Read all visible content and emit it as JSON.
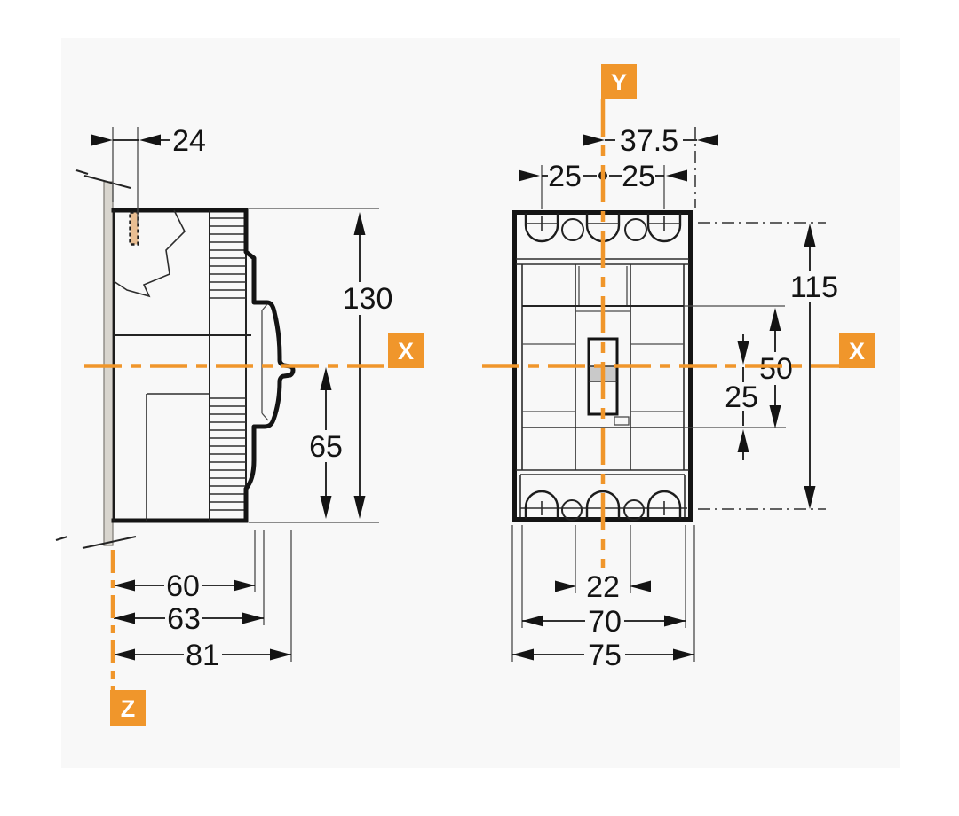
{
  "colors": {
    "accent": "#F0962B",
    "toggle_gray": "#C9C9C9",
    "screw_tint": "#E9BE92",
    "plate_gray": "#D8D5CE",
    "panel_bg": "#F8F8F8"
  },
  "axes": {
    "x": "X",
    "y": "Y",
    "z": "Z"
  },
  "side_view": {
    "dims": {
      "mount": "24",
      "height": "130",
      "center_to_base": "65",
      "depth1": "60",
      "depth2": "63",
      "depth3": "81"
    }
  },
  "front_view": {
    "dims": {
      "center_to_edge": "37.5",
      "pitch_left": "25",
      "pitch_right": "25",
      "height": "115",
      "face_height": "50",
      "center_to_face": "25",
      "slot": "22",
      "inner_width": "70",
      "width": "75"
    }
  }
}
